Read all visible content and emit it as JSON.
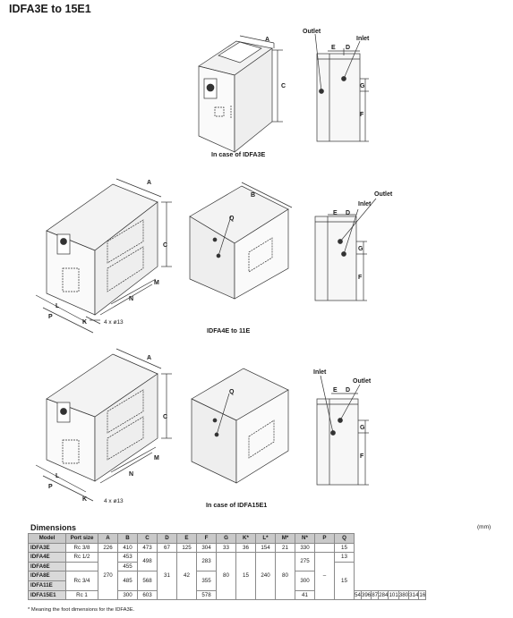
{
  "page": {
    "title": "IDFA3E to 15E1",
    "caption_3e": "In case of IDFA3E",
    "caption_4e": "IDFA4E to 11E",
    "caption_15e": "In case of IDFA15E1"
  },
  "labels": {
    "outlet": "Outlet",
    "inlet": "Inlet",
    "holes": "4 x ø13",
    "A": "A",
    "B": "B",
    "C": "C",
    "D": "D",
    "E": "E",
    "F": "F",
    "G": "G",
    "K": "K",
    "L": "L",
    "M": "M",
    "N": "N",
    "P": "P",
    "Q": "Q"
  },
  "dimensions": {
    "title": "Dimensions",
    "unit": "(mm)",
    "headers": [
      "Model",
      "Port size",
      "A",
      "B",
      "C",
      "D",
      "E",
      "F",
      "G",
      "K*",
      "L*",
      "M*",
      "N*",
      "P",
      "Q"
    ],
    "rows": [
      [
        "IDFA3E",
        "Rc 3/8",
        "226",
        "410",
        "473",
        "67",
        "125",
        "304",
        "33",
        "36",
        "154",
        "21",
        "330",
        "",
        "15"
      ],
      [
        "IDFA4E",
        "Rc 1/2",
        "270",
        "453",
        "498",
        "31",
        "42",
        "283",
        "80",
        "15",
        "240",
        "80",
        "275",
        "–",
        "13"
      ],
      [
        "IDFA6E",
        "",
        "",
        "455",
        "",
        "",
        "",
        "",
        "",
        "",
        "",
        "",
        "",
        "",
        ""
      ],
      [
        "IDFA8E",
        "Rc 3/4",
        "",
        "485",
        "568",
        "",
        "",
        "355",
        "",
        "",
        "",
        "",
        "300",
        "",
        "15"
      ],
      [
        "IDFA11E",
        "",
        "",
        "",
        "",
        "",
        "",
        "",
        "",
        "",
        "",
        "",
        "",
        "",
        ""
      ],
      [
        "IDFA15E1",
        "Rc 1",
        "300",
        "603",
        "578",
        "41",
        "54",
        "396",
        "87",
        "",
        "284",
        "101",
        "380",
        "314",
        "16"
      ]
    ],
    "footnote": "* Meaning the foot dimensions for the IDFA3E."
  }
}
